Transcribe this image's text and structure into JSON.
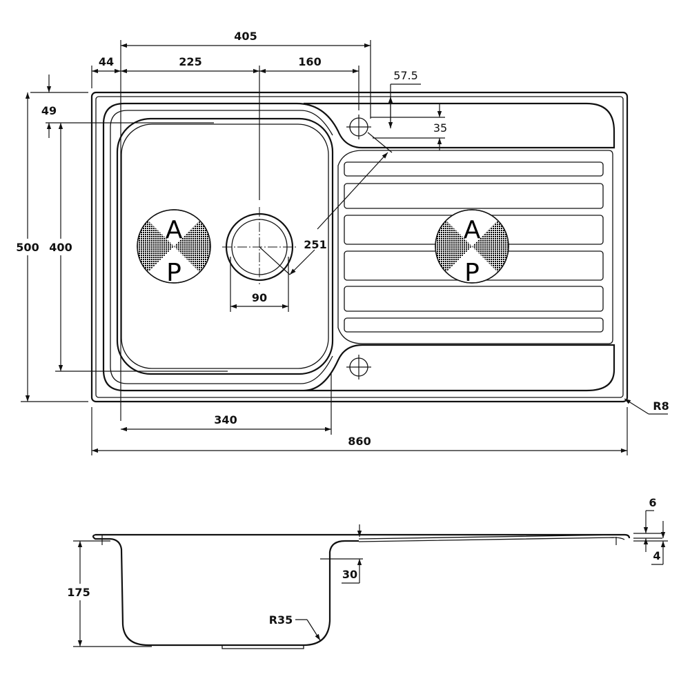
{
  "top_view": {
    "dimensions": {
      "d405": "405",
      "d44": "44",
      "d225": "225",
      "d160": "160",
      "d57_5": "57.5",
      "d49": "49",
      "d35": "35",
      "d500": "500",
      "d400": "400",
      "d251": "251",
      "d90": "90",
      "d340": "340",
      "d860": "860",
      "r8": "R8"
    },
    "markers": [
      {
        "top": "A",
        "bottom": "P"
      },
      {
        "top": "A",
        "bottom": "P"
      }
    ]
  },
  "side_view": {
    "dimensions": {
      "d175": "175",
      "d30": "30",
      "d6": "6",
      "d4": "4",
      "r35": "R35"
    }
  }
}
